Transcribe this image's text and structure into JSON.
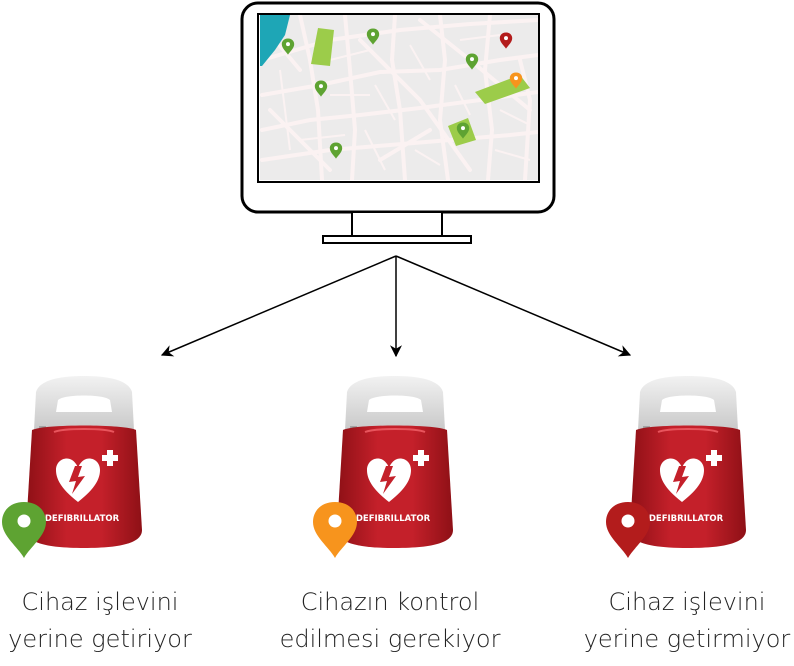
{
  "monitor": {
    "map_colors": {
      "land": "#ecebeb",
      "streets": "#fbf2f2",
      "water": "#1ea6b6",
      "park": "#9ccc4a"
    },
    "pins": [
      {
        "icon": "map-pin-icon",
        "status": "ok",
        "color": "#5ea332"
      },
      {
        "icon": "map-pin-icon",
        "status": "ok",
        "color": "#5ea332"
      },
      {
        "icon": "map-pin-icon",
        "status": "ok",
        "color": "#5ea332"
      },
      {
        "icon": "map-pin-icon",
        "status": "ok",
        "color": "#5ea332"
      },
      {
        "icon": "map-pin-icon",
        "status": "ok",
        "color": "#5ea332"
      },
      {
        "icon": "map-pin-icon",
        "status": "ok",
        "color": "#5ea332"
      },
      {
        "icon": "map-pin-icon",
        "status": "fault",
        "color": "#b31c1c"
      },
      {
        "icon": "map-pin-icon",
        "status": "check",
        "color": "#f7941d"
      }
    ]
  },
  "devices": [
    {
      "label": "DEFIBRILLATOR",
      "pin_color": "#5ea332",
      "caption_line1": "Cihaz işlevini",
      "caption_line2": "yerine getiriyor"
    },
    {
      "label": "DEFIBRILLATOR",
      "pin_color": "#f7941d",
      "caption_line1": "Cihazın kontrol",
      "caption_line2": "edilmesi gerekiyor"
    },
    {
      "label": "DEFIBRILLATOR",
      "pin_color": "#b31c1c",
      "caption_line1": "Cihaz işlevini",
      "caption_line2": "yerine getirmiyor"
    }
  ],
  "colors": {
    "device_red": "#c4202a",
    "device_red_dark": "#8e1016",
    "handle_gray": "#d9d9d9",
    "outline": "#000000"
  }
}
